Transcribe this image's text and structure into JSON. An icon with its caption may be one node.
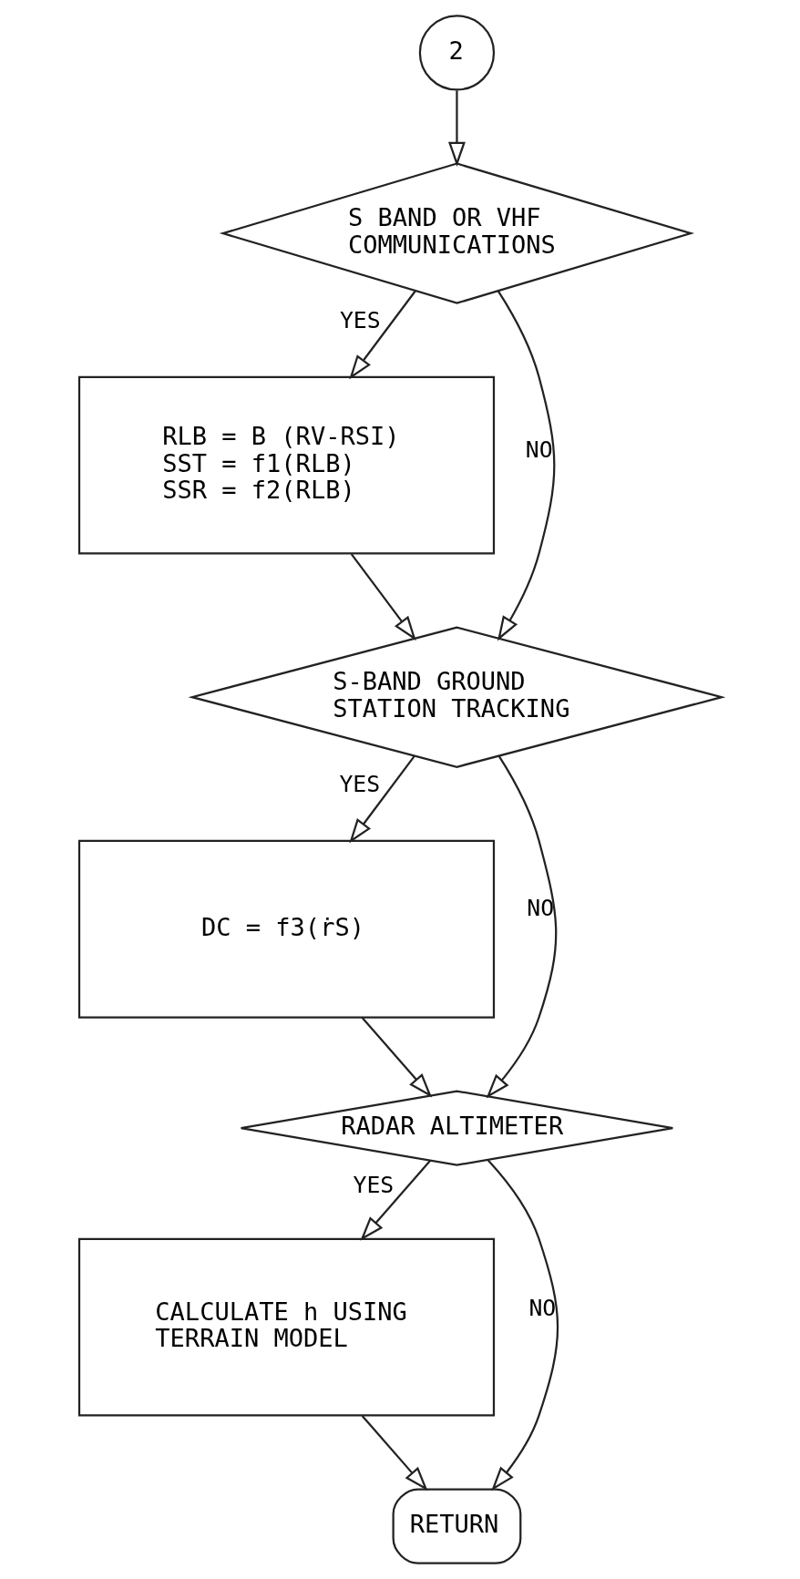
{
  "diagram": {
    "nodes": [
      {
        "text": [
          "2"
        ]
      },
      {
        "text": [
          "S BAND OR VHF COMMUNICATIONS"
        ]
      },
      {
        "text": [
          "RLB = B (RV-RSI) SST = f1(RLB) SSR = f2(RLB)"
        ]
      },
      {
        "text": [
          "S-BAND GROUND STATION TRACKING"
        ]
      },
      {
        "text": [
          "DC = f3(ṙS)"
        ]
      },
      {
        "text": [
          "RADAR ALTIMETER"
        ]
      },
      {
        "text": [
          "CALCULATE h USING TERRAIN MODEL"
        ]
      },
      {
        "text": [
          "RETURN"
        ]
      }
    ],
    "edges": [
      {
        "from": 0,
        "to": 1,
        "arrow": "to"
      },
      {
        "from": 1,
        "to": 2,
        "arrow": "to",
        "label": "YES"
      },
      {
        "from": 1,
        "to": 3,
        "arrow": "to",
        "label": "NO"
      },
      {
        "from": 2,
        "to": 3,
        "arrow": "to"
      },
      {
        "from": 3,
        "to": 4,
        "arrow": "to",
        "label": "YES"
      },
      {
        "from": 3,
        "to": 5,
        "arrow": "to",
        "label": "NO"
      },
      {
        "from": 4,
        "to": 5,
        "arrow": "to"
      },
      {
        "from": 5,
        "to": 6,
        "arrow": "to",
        "label": "YES"
      },
      {
        "from": 5,
        "to": 7,
        "arrow": "to",
        "label": "NO"
      },
      {
        "from": 6,
        "to": 7,
        "arrow": "to"
      }
    ]
  }
}
